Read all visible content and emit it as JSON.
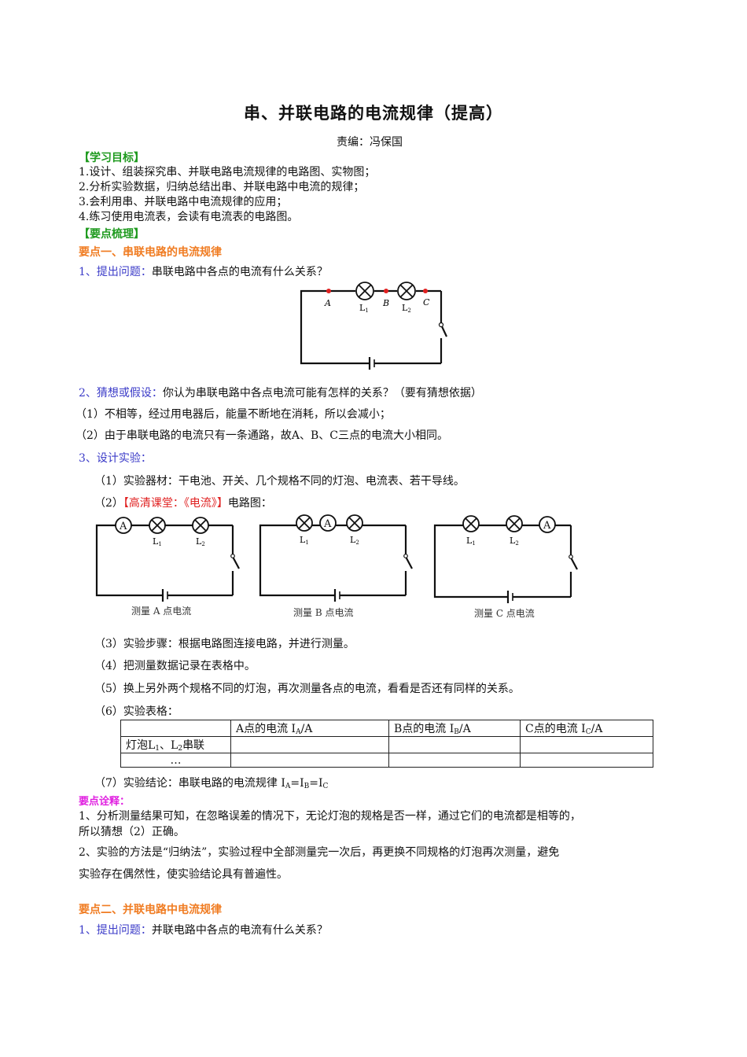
{
  "document": {
    "title": "串、并联电路的电流规律（提高）",
    "editor": "责编：冯保国",
    "learning_goals": {
      "heading": "【学习目标】",
      "items": [
        "1.设计、组装探究串、并联电路电流规律的电路图、实物图；",
        "2.分析实验数据，归纳总结出串、并联电路中电流的规律；",
        "3.会利用串、并联电路中电流规律的应用；",
        "4.练习使用电流表，会读有电流表的电路图。"
      ]
    },
    "key_points_heading": "【要点梳理】",
    "section1": {
      "heading": "要点一、串联电路的电流规律",
      "q1_label": "1、提出问题：",
      "q1_text": "串联电路中各点的电流有什么关系？",
      "circuit1": {
        "points": [
          "A",
          "B",
          "C"
        ],
        "lamps": [
          "L1",
          "L2"
        ],
        "point_color": "#e02020"
      },
      "q2_label": "2、猜想或假设：",
      "q2_text": "你认为串联电路中各点电流可能有怎样的关系？（要有猜想依据）",
      "hyp1": "（1）不相等，经过用电器后，能量不断地在消耗，所以会减小；",
      "hyp2": "（2）由于串联电路的电流只有一条通路，故A、B、C三点的电流大小相同。",
      "q3_label": "3、设计实验：",
      "step1": "（1）实验器材：干电池、开关、几个规格不同的灯泡、电流表、若干导线。",
      "step2_prefix": "（2）",
      "step2_link": "【高清课堂：《电流》】",
      "step2_suffix": "电路图：",
      "circuits": [
        {
          "caption": "测量 A 点电流",
          "order": [
            "A",
            "L1",
            "L2"
          ]
        },
        {
          "caption": "测量 B 点电流",
          "order": [
            "L1",
            "A",
            "L2"
          ]
        },
        {
          "caption": "测量 C 点电流",
          "order": [
            "L1",
            "L2",
            "A"
          ]
        }
      ],
      "step3": "（3）实验步骤：根据电路图连接电路，并进行测量。",
      "step4": "（4）把测量数据记录在表格中。",
      "step5": "（5）换上另外两个规格不同的灯泡，再次测量各点的电流，看看是否还有同样的关系。",
      "step6": "（6）实验表格：",
      "table": {
        "headers": [
          "",
          "A点的电流 IA/A",
          "B点的电流 IB/A",
          "C点的电流 IC/A"
        ],
        "rows": [
          [
            "灯泡L1、L2串联",
            "",
            "",
            ""
          ],
          [
            "…",
            "",
            "",
            ""
          ]
        ]
      },
      "step7": "（7）实验结论：串联电路的电流规律 IA=IB=IC"
    },
    "notes": {
      "heading": "要点诠释：",
      "n1_line1": "1、分析测量结果可知，在忽略误差的情况下，无论灯泡的规格是否一样，通过它们的电流都是相等的，",
      "n1_line2": "所以猜想（2）正确。",
      "n2_line1": "2、实验的方法是“归纳法”，实验过程中全部测量完一次后，再更换不同规格的灯泡再次测量，避免",
      "n2_line2": "实验存在偶然性，使实验结论具有普遍性。"
    },
    "section2": {
      "heading": "要点二、并联电路中电流规律",
      "q1_label": "1、提出问题：",
      "q1_text": "并联电路中各点的电流有什么关系？"
    }
  }
}
